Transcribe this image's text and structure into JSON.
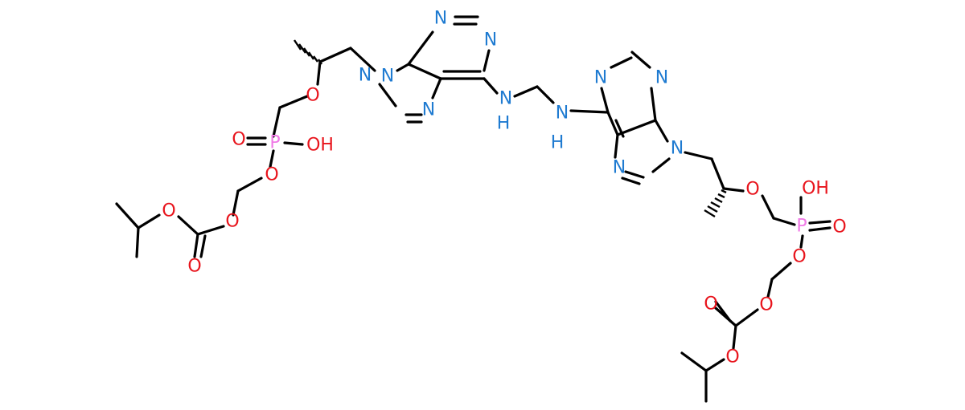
{
  "colors": {
    "nitrogen": "#1f7bd1",
    "oxygen": "#e8141c",
    "phosphorus": "#f07ae6",
    "bond": "#000000",
    "background": "#ffffff"
  },
  "atoms": [
    {
      "label": "N",
      "element": "nitrogen"
    },
    {
      "label": "N",
      "element": "nitrogen"
    },
    {
      "label": "N",
      "element": "nitrogen"
    },
    {
      "label": "N",
      "element": "nitrogen"
    },
    {
      "label": "N",
      "element": "nitrogen"
    },
    {
      "label": "N",
      "element": "nitrogen"
    },
    {
      "label": "H",
      "element": "nitrogen"
    },
    {
      "label": "N",
      "element": "nitrogen"
    },
    {
      "label": "H",
      "element": "nitrogen"
    },
    {
      "label": "N",
      "element": "nitrogen"
    },
    {
      "label": "N",
      "element": "nitrogen"
    },
    {
      "label": "N",
      "element": "nitrogen"
    },
    {
      "label": "N",
      "element": "nitrogen"
    },
    {
      "label": "O",
      "element": "oxygen"
    },
    {
      "label": "O",
      "element": "oxygen"
    },
    {
      "label": "P",
      "element": "phosphorus"
    },
    {
      "label": "OH",
      "element": "oxygen"
    },
    {
      "label": "O",
      "element": "oxygen"
    },
    {
      "label": "O",
      "element": "oxygen"
    },
    {
      "label": "O",
      "element": "oxygen"
    },
    {
      "label": "O",
      "element": "oxygen"
    },
    {
      "label": "O",
      "element": "oxygen"
    },
    {
      "label": "OH",
      "element": "oxygen"
    },
    {
      "label": "P",
      "element": "phosphorus"
    },
    {
      "label": "O",
      "element": "oxygen"
    },
    {
      "label": "O",
      "element": "oxygen"
    },
    {
      "label": "O",
      "element": "oxygen"
    },
    {
      "label": "O",
      "element": "oxygen"
    },
    {
      "label": "O",
      "element": "oxygen"
    }
  ]
}
